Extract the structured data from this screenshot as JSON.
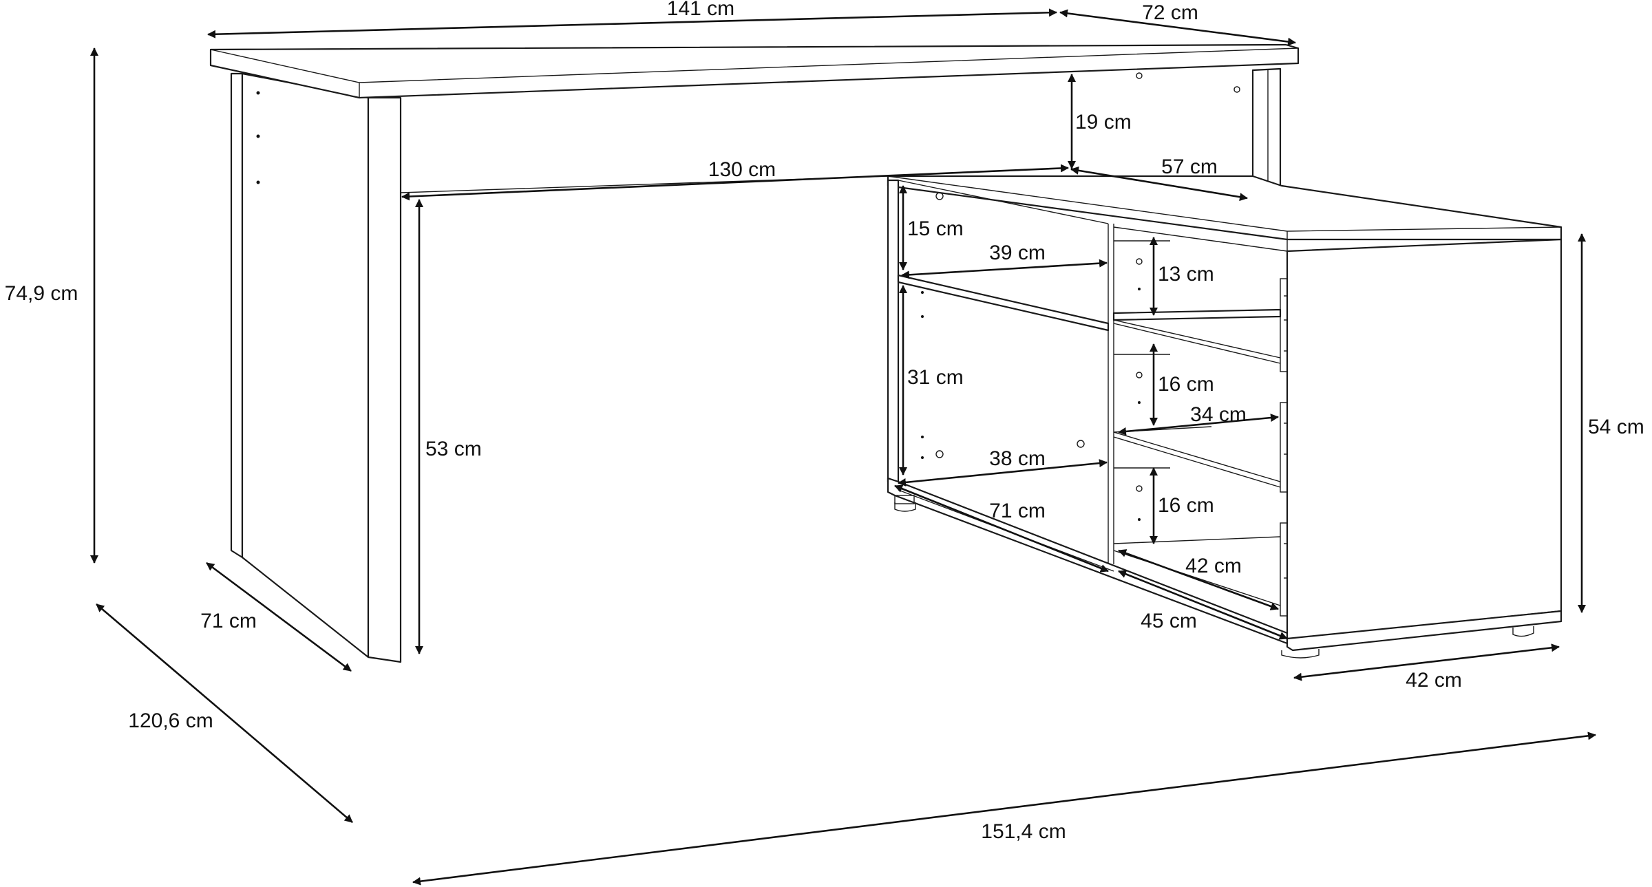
{
  "colors": {
    "line": "#1a1a1a",
    "background": "#ffffff"
  },
  "dimensions": {
    "top_width": "141 cm",
    "top_depth": "72 cm",
    "overall_height": "74,9 cm",
    "shelf_gap_height": "19 cm",
    "inner_width": "130 cm",
    "return_depth": "57 cm",
    "leg_clearance": "53 cm",
    "upper_opening_height": "15 cm",
    "upper_opening_depth": "39 cm",
    "drawer1_height": "13 cm",
    "lower_opening_height": "31 cm",
    "drawer2_height": "16 cm",
    "drawer_depth": "34 cm",
    "lower_opening_depth": "38 cm",
    "cabinet_side_length": "71 cm",
    "drawer3_height": "16 cm",
    "drawer_width": "42 cm",
    "cabinet_depth": "45 cm",
    "cabinet_width": "42 cm",
    "cabinet_height": "54 cm",
    "leg_depth": "71 cm",
    "overall_depth": "120,6 cm",
    "overall_width": "151,4 cm"
  }
}
